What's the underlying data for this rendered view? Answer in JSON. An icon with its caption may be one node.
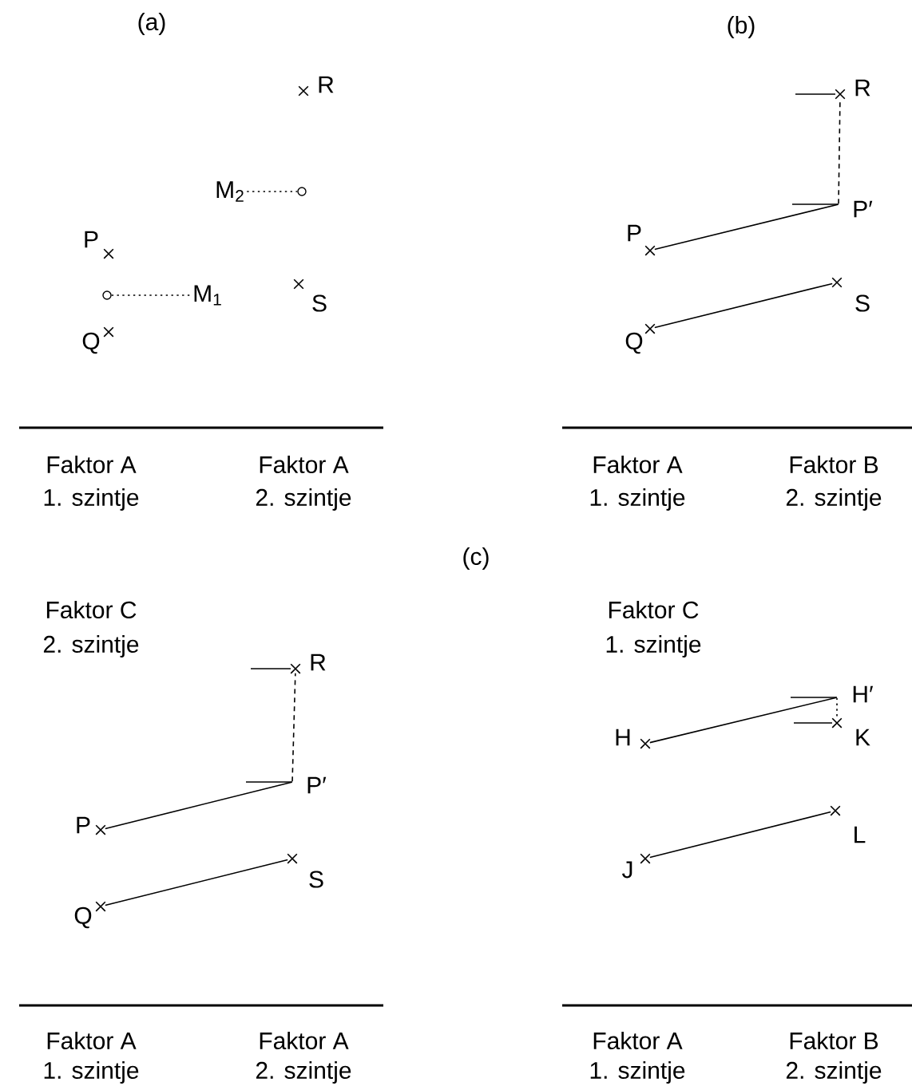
{
  "diagram": {
    "nodes": [
      {
        "text": [
          "R"
        ]
      },
      {
        "text": [
          "M$_{2}$"
        ]
      },
      {
        "text": [],
        "shape": "circle"
      },
      {
        "text": [
          "P"
        ]
      },
      {
        "text": [],
        "shape": "circle"
      },
      {
        "text": [
          "M$_{1}$"
        ]
      },
      {
        "text": [
          "S"
        ]
      },
      {
        "text": [
          "Q"
        ]
      },
      {
        "text": [
          "R"
        ]
      },
      {
        "text": [
          "P′"
        ]
      },
      {
        "text": [
          "P"
        ]
      },
      {
        "text": [
          "S"
        ]
      },
      {
        "text": [
          "Q"
        ]
      },
      {
        "text": [
          "R"
        ]
      },
      {
        "text": [
          "P′"
        ]
      },
      {
        "text": [
          "P"
        ]
      },
      {
        "text": [
          "S"
        ]
      },
      {
        "text": [
          "Q"
        ]
      },
      {
        "text": [
          "H′"
        ]
      },
      {
        "text": [
          "K"
        ]
      },
      {
        "text": [
          "H"
        ]
      },
      {
        "text": [
          "L"
        ]
      },
      {
        "text": [
          "J"
        ]
      }
    ],
    "edges": [
      {
        "from": 1,
        "to": 2,
        "arrow": "none",
        "style": "dashed"
      },
      {
        "from": 4,
        "to": 5,
        "arrow": "none",
        "style": "dashed"
      },
      {
        "from": 10,
        "to": 9,
        "arrow": "none"
      },
      {
        "from": 12,
        "to": 11,
        "arrow": "none"
      },
      {
        "from": 9,
        "to": 8,
        "arrow": "none",
        "style": "dashed"
      },
      {
        "from": 15,
        "to": 14,
        "arrow": "none"
      },
      {
        "from": 17,
        "to": 16,
        "arrow": "none"
      },
      {
        "from": 14,
        "to": 13,
        "arrow": "none",
        "style": "dashed"
      },
      {
        "from": 20,
        "to": 18,
        "arrow": "none"
      },
      {
        "from": 18,
        "to": 19,
        "arrow": "none",
        "style": "dashed"
      },
      {
        "from": 22,
        "to": 21,
        "arrow": "none"
      }
    ],
    "labels": [
      "(a)",
      "(b)",
      "Faktor A",
      "1. szintje",
      "Faktor A",
      "2. szintje",
      "Faktor A",
      "1. szintje",
      "Faktor B",
      "2. szintje",
      "(c)",
      "Faktor C",
      "2. szintje",
      "Faktor C",
      "1. szintje",
      "Faktor A",
      "1. szintje",
      "Faktor A",
      "2. szintje",
      "Faktor A",
      "1. szintje",
      "Faktor B",
      "2. szintje"
    ]
  }
}
